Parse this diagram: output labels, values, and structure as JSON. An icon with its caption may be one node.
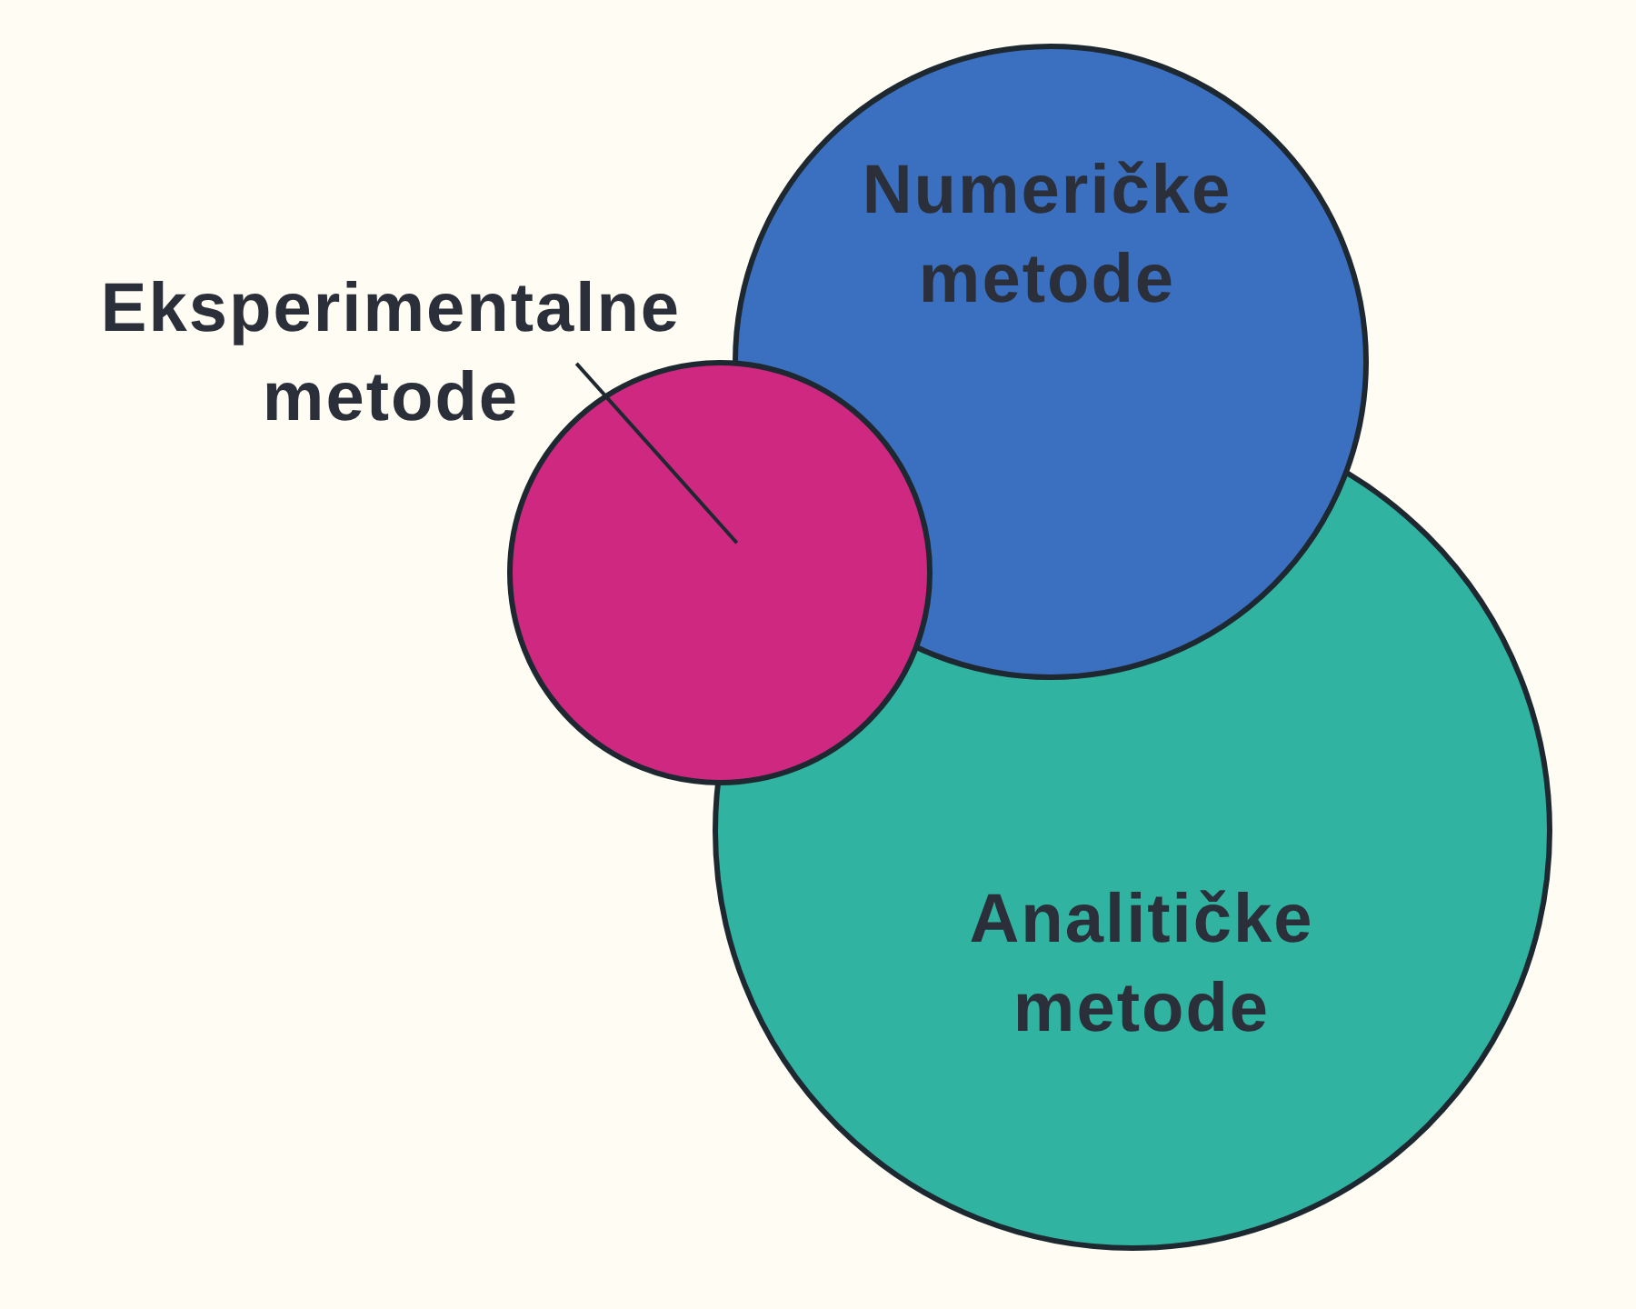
{
  "diagram": {
    "nodes": [
      {
        "text": [
          "Numeričke metode"
        ]
      },
      {
        "text": [
          "Eksperimentalne metode"
        ]
      },
      {
        "text": [],
        "shape": "circle"
      },
      {
        "text": [
          "Analitičke metode"
        ]
      }
    ],
    "edges": [
      {
        "from": 1,
        "to": 2,
        "arrow": "none"
      }
    ]
  }
}
